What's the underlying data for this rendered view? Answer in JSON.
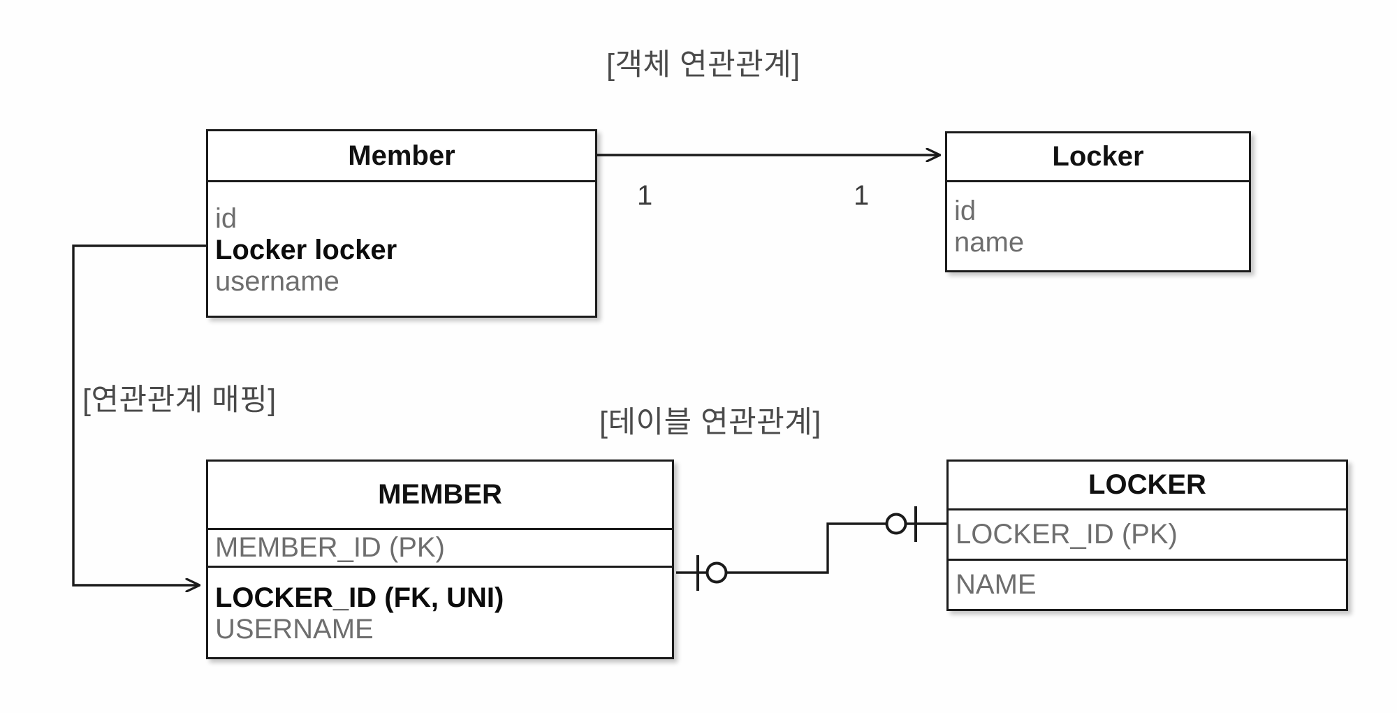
{
  "diagram": {
    "background_color": "#fefefe",
    "line_color": "#1b1b1b",
    "label_color": "#4a4a4a",
    "key_field_color": "#0b0b0b",
    "normal_field_color": "#6e6e6e"
  },
  "sections": {
    "object_relation_title": "[객체 연관관계]",
    "mapping_title": "[연관관계 매핑]",
    "table_relation_title": "[테이블 연관관계]"
  },
  "entities": {
    "member_object": {
      "title": "Member",
      "fields": [
        {
          "label": "id",
          "emphasis": "normal"
        },
        {
          "label": "Locker locker",
          "emphasis": "key"
        },
        {
          "label": "username",
          "emphasis": "normal"
        }
      ]
    },
    "locker_object": {
      "title": "Locker",
      "fields": [
        {
          "label": "id",
          "emphasis": "normal"
        },
        {
          "label": "name",
          "emphasis": "normal"
        }
      ]
    },
    "member_table": {
      "title": "MEMBER",
      "pk_fields": [
        {
          "label": "MEMBER_ID (PK)",
          "emphasis": "normal"
        }
      ],
      "fields": [
        {
          "label": "LOCKER_ID (FK, UNI)",
          "emphasis": "key"
        },
        {
          "label": "USERNAME",
          "emphasis": "normal"
        }
      ]
    },
    "locker_table": {
      "title": "LOCKER",
      "pk_fields": [
        {
          "label": "LOCKER_ID (PK)",
          "emphasis": "normal"
        }
      ],
      "fields": [
        {
          "label": "NAME",
          "emphasis": "normal"
        }
      ]
    }
  },
  "relations": {
    "object_association": {
      "from": "Member",
      "to": "Locker",
      "source_multiplicity": "1",
      "target_multiplicity": "1",
      "arrow": "open-arrow"
    },
    "table_association": {
      "from": "MEMBER",
      "to": "LOCKER",
      "source_marker": "zero-or-one",
      "target_marker": "zero-or-one"
    },
    "mapping_arrow": {
      "from": "Member.Locker locker",
      "to": "MEMBER.LOCKER_ID (FK, UNI)",
      "arrow": "open-arrow"
    }
  }
}
